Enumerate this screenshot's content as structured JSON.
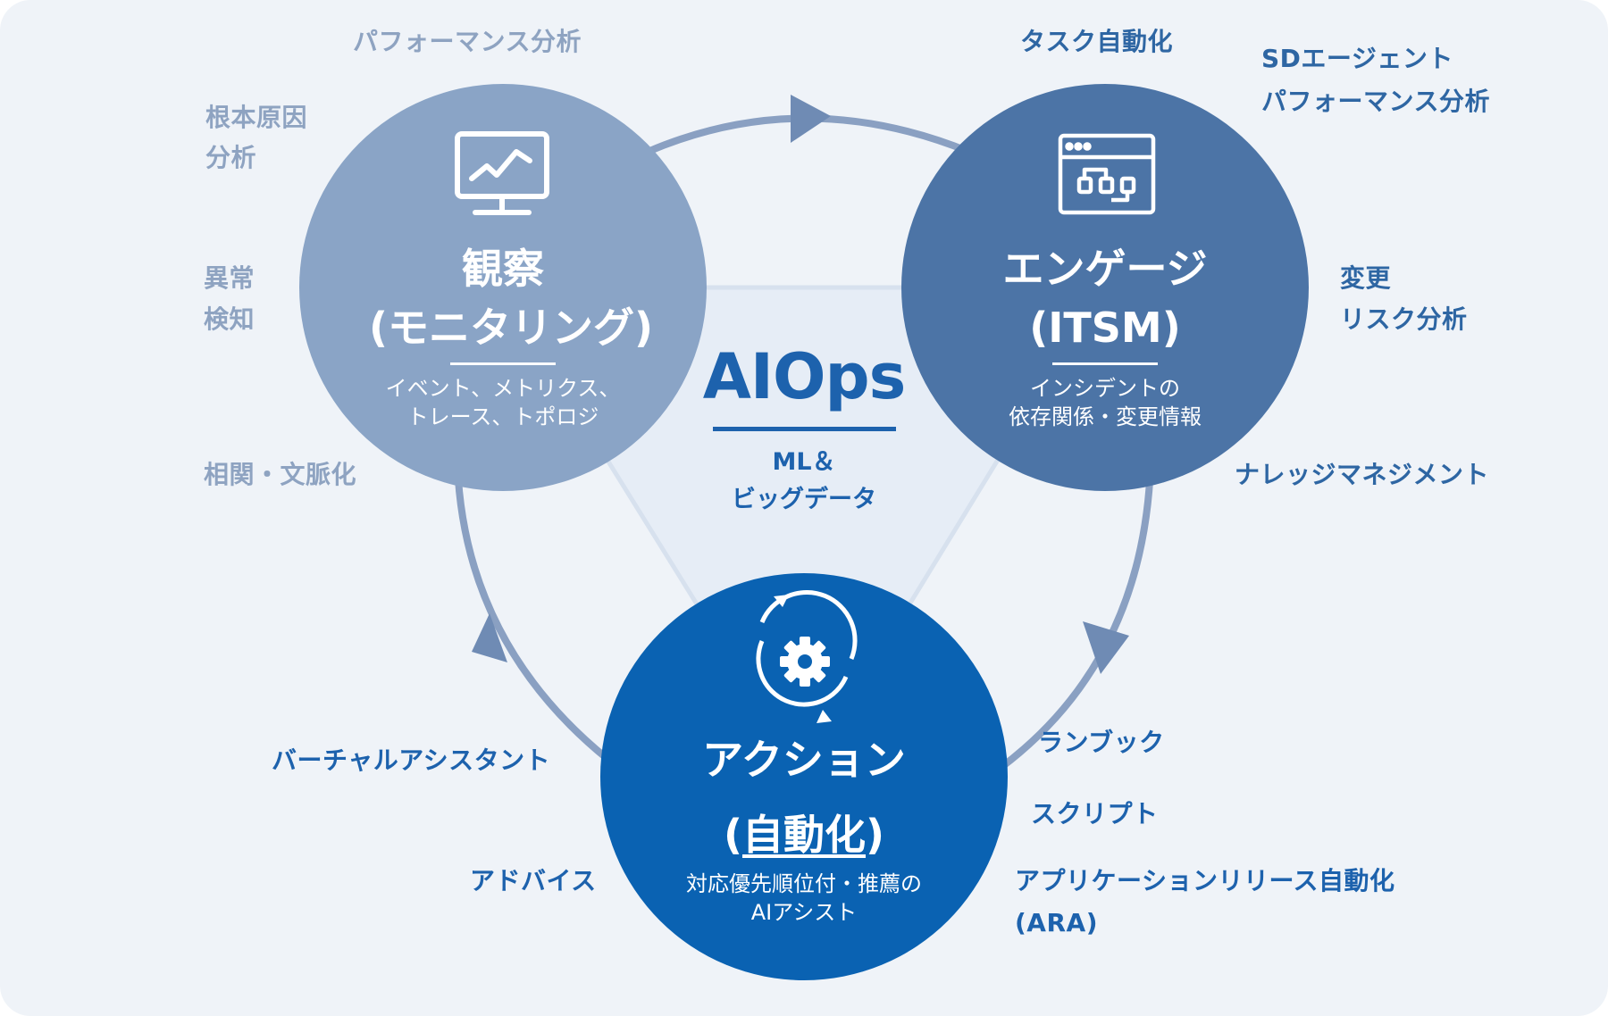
{
  "center": {
    "title": "AIOps",
    "subtitle_line1": "ML＆",
    "subtitle_line2": "ビッグデータ"
  },
  "nodes": {
    "observe": {
      "title": "観察",
      "subtitle": "(モニタリング)",
      "desc_line1": "イベント、メトリクス、",
      "desc_line2": "トレース、トポロジ",
      "icon": "monitor-chart-icon",
      "color": "#8aa4c6"
    },
    "engage": {
      "title": "エンゲージ",
      "subtitle": "(ITSM)",
      "desc_line1": "インシデントの",
      "desc_line2": "依存関係・変更情報",
      "icon": "workflow-window-icon",
      "color": "#4c74a6"
    },
    "action": {
      "title": "アクション",
      "subtitle_open": "(",
      "subtitle_word": "自動化",
      "subtitle_close": ")",
      "desc_line1": "対応優先順位付・推薦の",
      "desc_line2": "AIアシスト",
      "icon": "gear-cycle-icon",
      "color": "#0a62b2"
    }
  },
  "labels": {
    "observe": {
      "performance": "パフォーマンス分析",
      "root_cause_1": "根本原因",
      "root_cause_2": "分析",
      "anomaly_1": "異常",
      "anomaly_2": "検知",
      "correlation": "相関・文脈化"
    },
    "engage": {
      "task_automation": "タスク自動化",
      "sd_agent": "SDエージェント",
      "sd_performance": "パフォーマンス分析",
      "change_1": "変更",
      "change_2": "リスク分析",
      "knowledge": "ナレッジマネジメント"
    },
    "action": {
      "virtual_assistant": "バーチャルアシスタント",
      "advice": "アドバイス",
      "runbook": "ランブック",
      "script": "スクリプト",
      "ara_1": "アプリケーションリリース自動化",
      "ara_2": "(ARA)"
    }
  },
  "colors": {
    "background": "#eff3f8",
    "cycle_arrow": "#8aa0c2",
    "triangle_fill": "#e6edf6",
    "triangle_line": "#d7e1ee",
    "muted_label": "#8ea3c1",
    "engage_label": "#2e66a3",
    "action_label": "#1d62ad"
  }
}
